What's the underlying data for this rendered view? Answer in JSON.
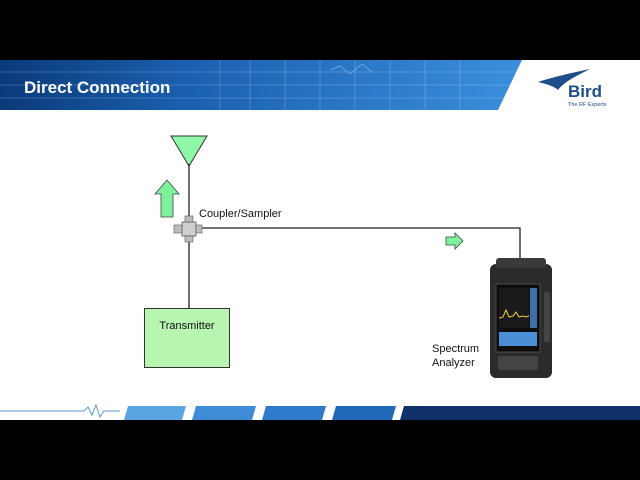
{
  "slide": {
    "title": "Direct Connection"
  },
  "logo": {
    "name": "Bird",
    "tagline": "The RF Experts"
  },
  "diagram": {
    "coupler_label": "Coupler/Sampler",
    "transmitter_label": "Transmitter",
    "analyzer_label_line1": "Spectrum",
    "analyzer_label_line2": "Analyzer"
  },
  "colors": {
    "header_blue": "#1d68b8",
    "header_dark": "#0b3a7a",
    "antenna_green": "#8ef7a8",
    "arrow_green": "#7ef29b",
    "transmitter_fill": "#b7f5b0"
  }
}
